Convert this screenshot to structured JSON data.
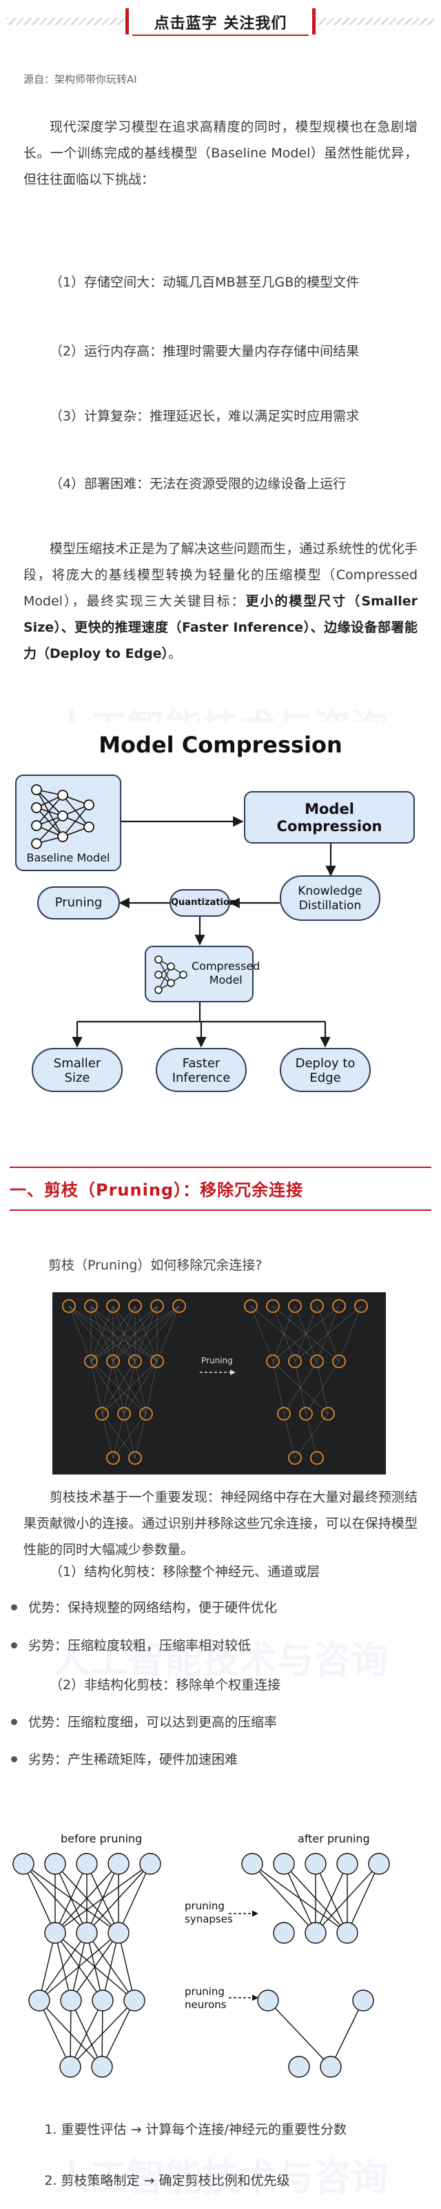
{
  "banner": {
    "title": "点击蓝字 关注我们"
  },
  "source": "源自：架构师带你玩转AI",
  "watermark": "人工智能技术与咨询",
  "intro": "现代深度学习模型在追求高精度的同时，模型规模也在急剧增长。一个训练完成的基线模型（Baseline Model）虽然性能优异，但往往面临以下挑战：",
  "challenges": [
    "（1）存储空间大：动辄几百MB甚至几GB的模型文件",
    "（2）运行内存高：推理时需要大量内存存储中间结果",
    "（3）计算复杂：推理延迟长，难以满足实时应用需求",
    "（4）部署困难：无法在资源受限的边缘设备上运行"
  ],
  "goal": {
    "pre": "模型压缩技术正是为了解决这些问题而生，通过系统性的优化手段，将庞大的基线模型转换为轻量化的压缩模型（Compressed Model），最终实现三大关键目标：",
    "bold": "更小的模型尺寸（Smaller Size）、更快的推理速度（Faster Inference）、边缘设备部署能力（Deploy to Edge）",
    "post": "。"
  },
  "diagram": {
    "title": "Model Compression",
    "baseline": "Baseline Model",
    "compression": "Model\nCompression",
    "pruning": "Pruning",
    "quantization": "Quantization",
    "distillation": "Knowledge\nDistillation",
    "compressed": "Compressed\nModel",
    "smaller": "Smaller\nSize",
    "faster": "Faster\nInference",
    "deploy": "Deploy to\nEdge"
  },
  "section1": {
    "title": "一、剪枝（Pruning）：移除冗余连接"
  },
  "pruning_caption": "剪枝（Pruning）如何移除冗余连接?",
  "pruning_label": "Pruning",
  "pruning_intro": "剪枝技术基于一个重要发现：神经网络中存在大量对最终预测结果贡献微小的连接。通过识别并移除这些冗余连接，可以在保持模型性能的同时大幅减少参数量。",
  "structured": "（1）结构化剪枝：移除整个神经元、通道或层",
  "structured_pros": "优势：保持规整的网络结构，便于硬件优化",
  "structured_cons": "劣势：压缩粒度较粗，压缩率相对较低",
  "unstructured": "（2）非结构化剪枝：移除单个权重连接",
  "unstructured_pros": "优势：压缩粒度细，可以达到更高的压缩率",
  "unstructured_cons": "劣势：产生稀疏矩阵，硬件加速困难",
  "fig3": {
    "before": "before pruning",
    "after": "after pruning",
    "synapses": "pruning\nsynapses",
    "neurons": "pruning\nneurons"
  },
  "steps": [
    "1. 重要性评估 → 计算每个连接/神经元的重要性分数",
    "2. 剪枝策略制定 → 确定剪枝比例和优先级"
  ],
  "colors": {
    "accent": "#c8161d",
    "node_fill": "#d8e8f7",
    "node_stroke": "#2d3d58",
    "dark_bg": "#1f2022",
    "orange": "#d9892b"
  }
}
